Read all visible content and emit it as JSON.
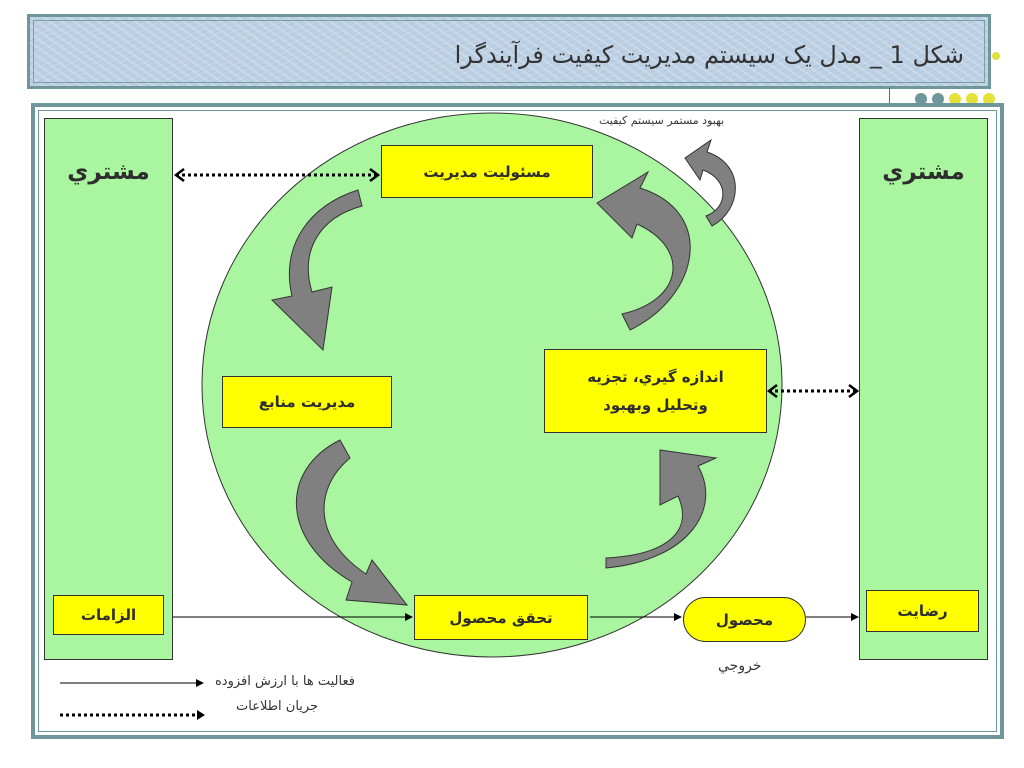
{
  "title": "شکل 1 _ مدل یک سیستم مدیریت کیفیت فرآیندگرا",
  "colors": {
    "frame_border": "#6f969a",
    "title_background": "#bdd0e4",
    "circle_fill": "#a9f5a0",
    "box_fill": "#ffff00",
    "arrow_fill": "#808080",
    "dots": [
      "#6f969a",
      "#6f969a",
      "#e4e23a",
      "#e4e23a",
      "#e4e23a"
    ]
  },
  "left_column": {
    "title": "مشتري",
    "requirements_label": "الزامات"
  },
  "right_column": {
    "title": "مشتري",
    "satisfaction_label": "رضايت"
  },
  "process_boxes": {
    "management_responsibility": "مسئوليت مديريت",
    "resource_management": "مديريت منابع",
    "product_realization": "تحقق محصول",
    "measurement_line1": "اندازه گيري، تجزيه",
    "measurement_line2": "وتحليل وبهبود"
  },
  "output": {
    "product_label": "محصول",
    "output_label": "خروجي"
  },
  "continual_improvement_label": "بهبود مستمر سيستم كيفيت",
  "legend": {
    "value_activities": "فعاليت ها با ارزش افزوده",
    "information_flow": "جريان اطلاعات"
  }
}
